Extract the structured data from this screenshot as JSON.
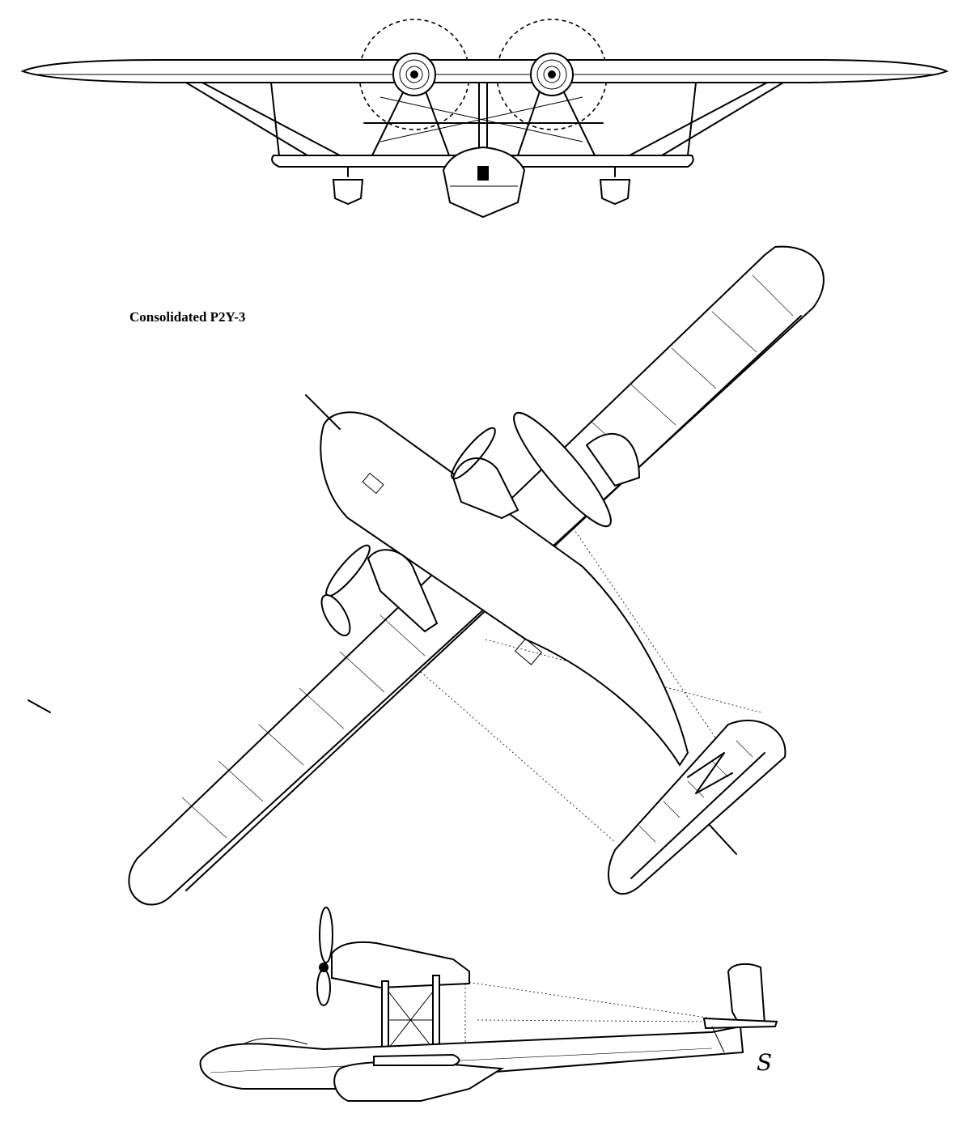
{
  "diagram": {
    "title": "Consolidated P2Y-3",
    "views": [
      "front-view",
      "top-view",
      "side-view"
    ],
    "line_color": "#000000",
    "background_color": "#ffffff",
    "signature": "S"
  }
}
